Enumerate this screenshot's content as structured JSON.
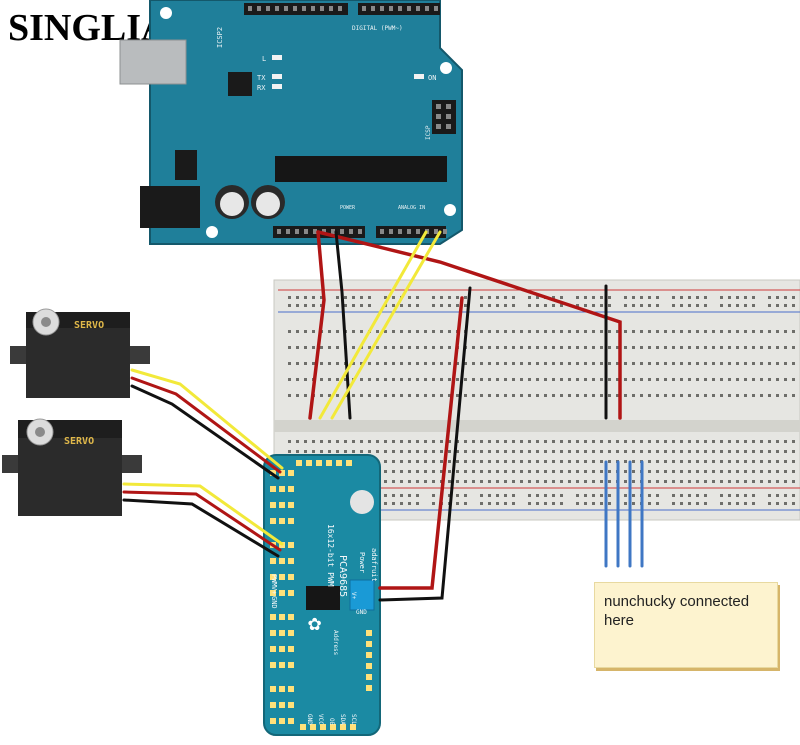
{
  "watermark": "SINGLIAN",
  "note": {
    "text": "nunchucky connected here"
  },
  "arduino": {
    "icsp_top": "ICSP2",
    "digital_label": "DIGITAL (PWM~)",
    "led_l": "L",
    "tx": "TX",
    "rx": "RX",
    "on": "ON",
    "icsp": "ICSP",
    "power_label": "POWER",
    "analog_label": "ANALOG IN"
  },
  "servos": [
    {
      "label": "SERVO"
    },
    {
      "label": "SERVO"
    }
  ],
  "pwm_board": {
    "title_line1": "PCA9685",
    "title_line2": "16x12-bit PWM",
    "brand": "adafruit",
    "power": "Power",
    "vplus": "V+",
    "gnd": "GND",
    "gnd_side": "GND",
    "oe": "OE",
    "scl": "SCL",
    "sda": "SDA",
    "vcc": "VCC",
    "vplus_side": "V+",
    "pwm_side": "PWM",
    "addr": "Address"
  },
  "colors": {
    "arduino_board": "#1f7f9a",
    "pwm_board": "#1b8aa3",
    "wire_red": "#b01515",
    "wire_black": "#111111",
    "wire_yellow": "#f2e93a",
    "wire_blue": "#3f77c4",
    "breadboard": "#e6e6e2"
  }
}
